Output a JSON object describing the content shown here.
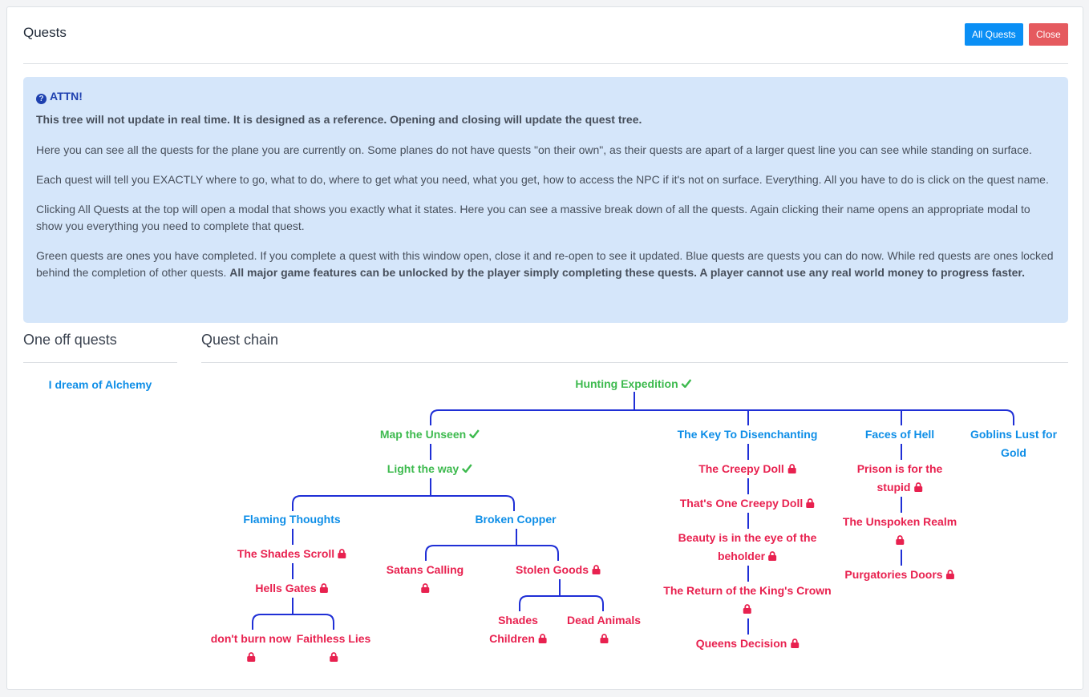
{
  "modal": {
    "title": "Quests",
    "all_quests_label": "All Quests",
    "close_label": "Close"
  },
  "alert": {
    "heading": "ATTN!",
    "lead": "This tree will not update in real time. It is designed as a reference. Opening and closing will update the quest tree.",
    "p1": "Here you can see all the quests for the plane you are currently on. Some planes do not have quests \"on their own\", as their quests are apart of a larger quest line you can see while standing on surface.",
    "p2": "Each quest will tell you EXACTLY where to go, what to do, where to get what you need, what you get, how to access the NPC if it's not on surface. Everything. All you have to do is click on the quest name.",
    "p3": "Clicking All Quests at the top will open a modal that shows you exactly what it states. Here you can see a massive break down of all the quests. Again clicking their name opens an appropriate modal to show you everything you need to complete that quest.",
    "p4_normal": "Green quests are ones you have completed. If you complete a quest with this window open, close it and re-open to see it updated. Blue quests are quests you can do now. While red quests are ones locked behind the completion of other quests. ",
    "p4_bold": "All major game features can be unlocked by the player simply completing these quests. A player cannot use any real world money to progress faster."
  },
  "one_off": {
    "heading": "One off quests",
    "quests": [
      "I dream of Alchemy"
    ]
  },
  "chain": {
    "heading": "Quest chain",
    "quests": {
      "hunting_expedition": "Hunting Expedition",
      "map_the_unseen": "Map the Unseen",
      "light_the_way": "Light the way",
      "flaming_thoughts": "Flaming Thoughts",
      "broken_copper": "Broken Copper",
      "shades_scroll": "The Shades Scroll",
      "hells_gates": "Hells Gates",
      "dont_burn_now": "don't burn now",
      "faithless_lies": "Faithless Lies",
      "satans_calling": "Satans Calling",
      "stolen_goods": "Stolen Goods",
      "shades_children_1": "Shades",
      "shades_children_2": "Children",
      "dead_animals": "Dead Animals",
      "key_to_disenchanting": "The Key To Disenchanting",
      "creepy_doll": "The Creepy Doll",
      "one_creepy_doll": "That's One Creepy Doll",
      "beauty_1": "Beauty is in the eye of the",
      "beauty_2": "beholder",
      "kings_crown": "The Return of the King's Crown",
      "queens_decision": "Queens Decision",
      "faces_of_hell": "Faces of Hell",
      "prison_1": "Prison is for the",
      "prison_2": "stupid",
      "unspoken_realm": "The Unspoken Realm",
      "purgatories_doors": "Purgatories Doors",
      "goblins_1": "Goblins Lust for",
      "goblins_2": "Gold"
    },
    "colors": {
      "completed": "#3dba4e",
      "available": "#0e8ee7",
      "locked": "#e8214f",
      "connector": "#1f2fd6"
    }
  }
}
